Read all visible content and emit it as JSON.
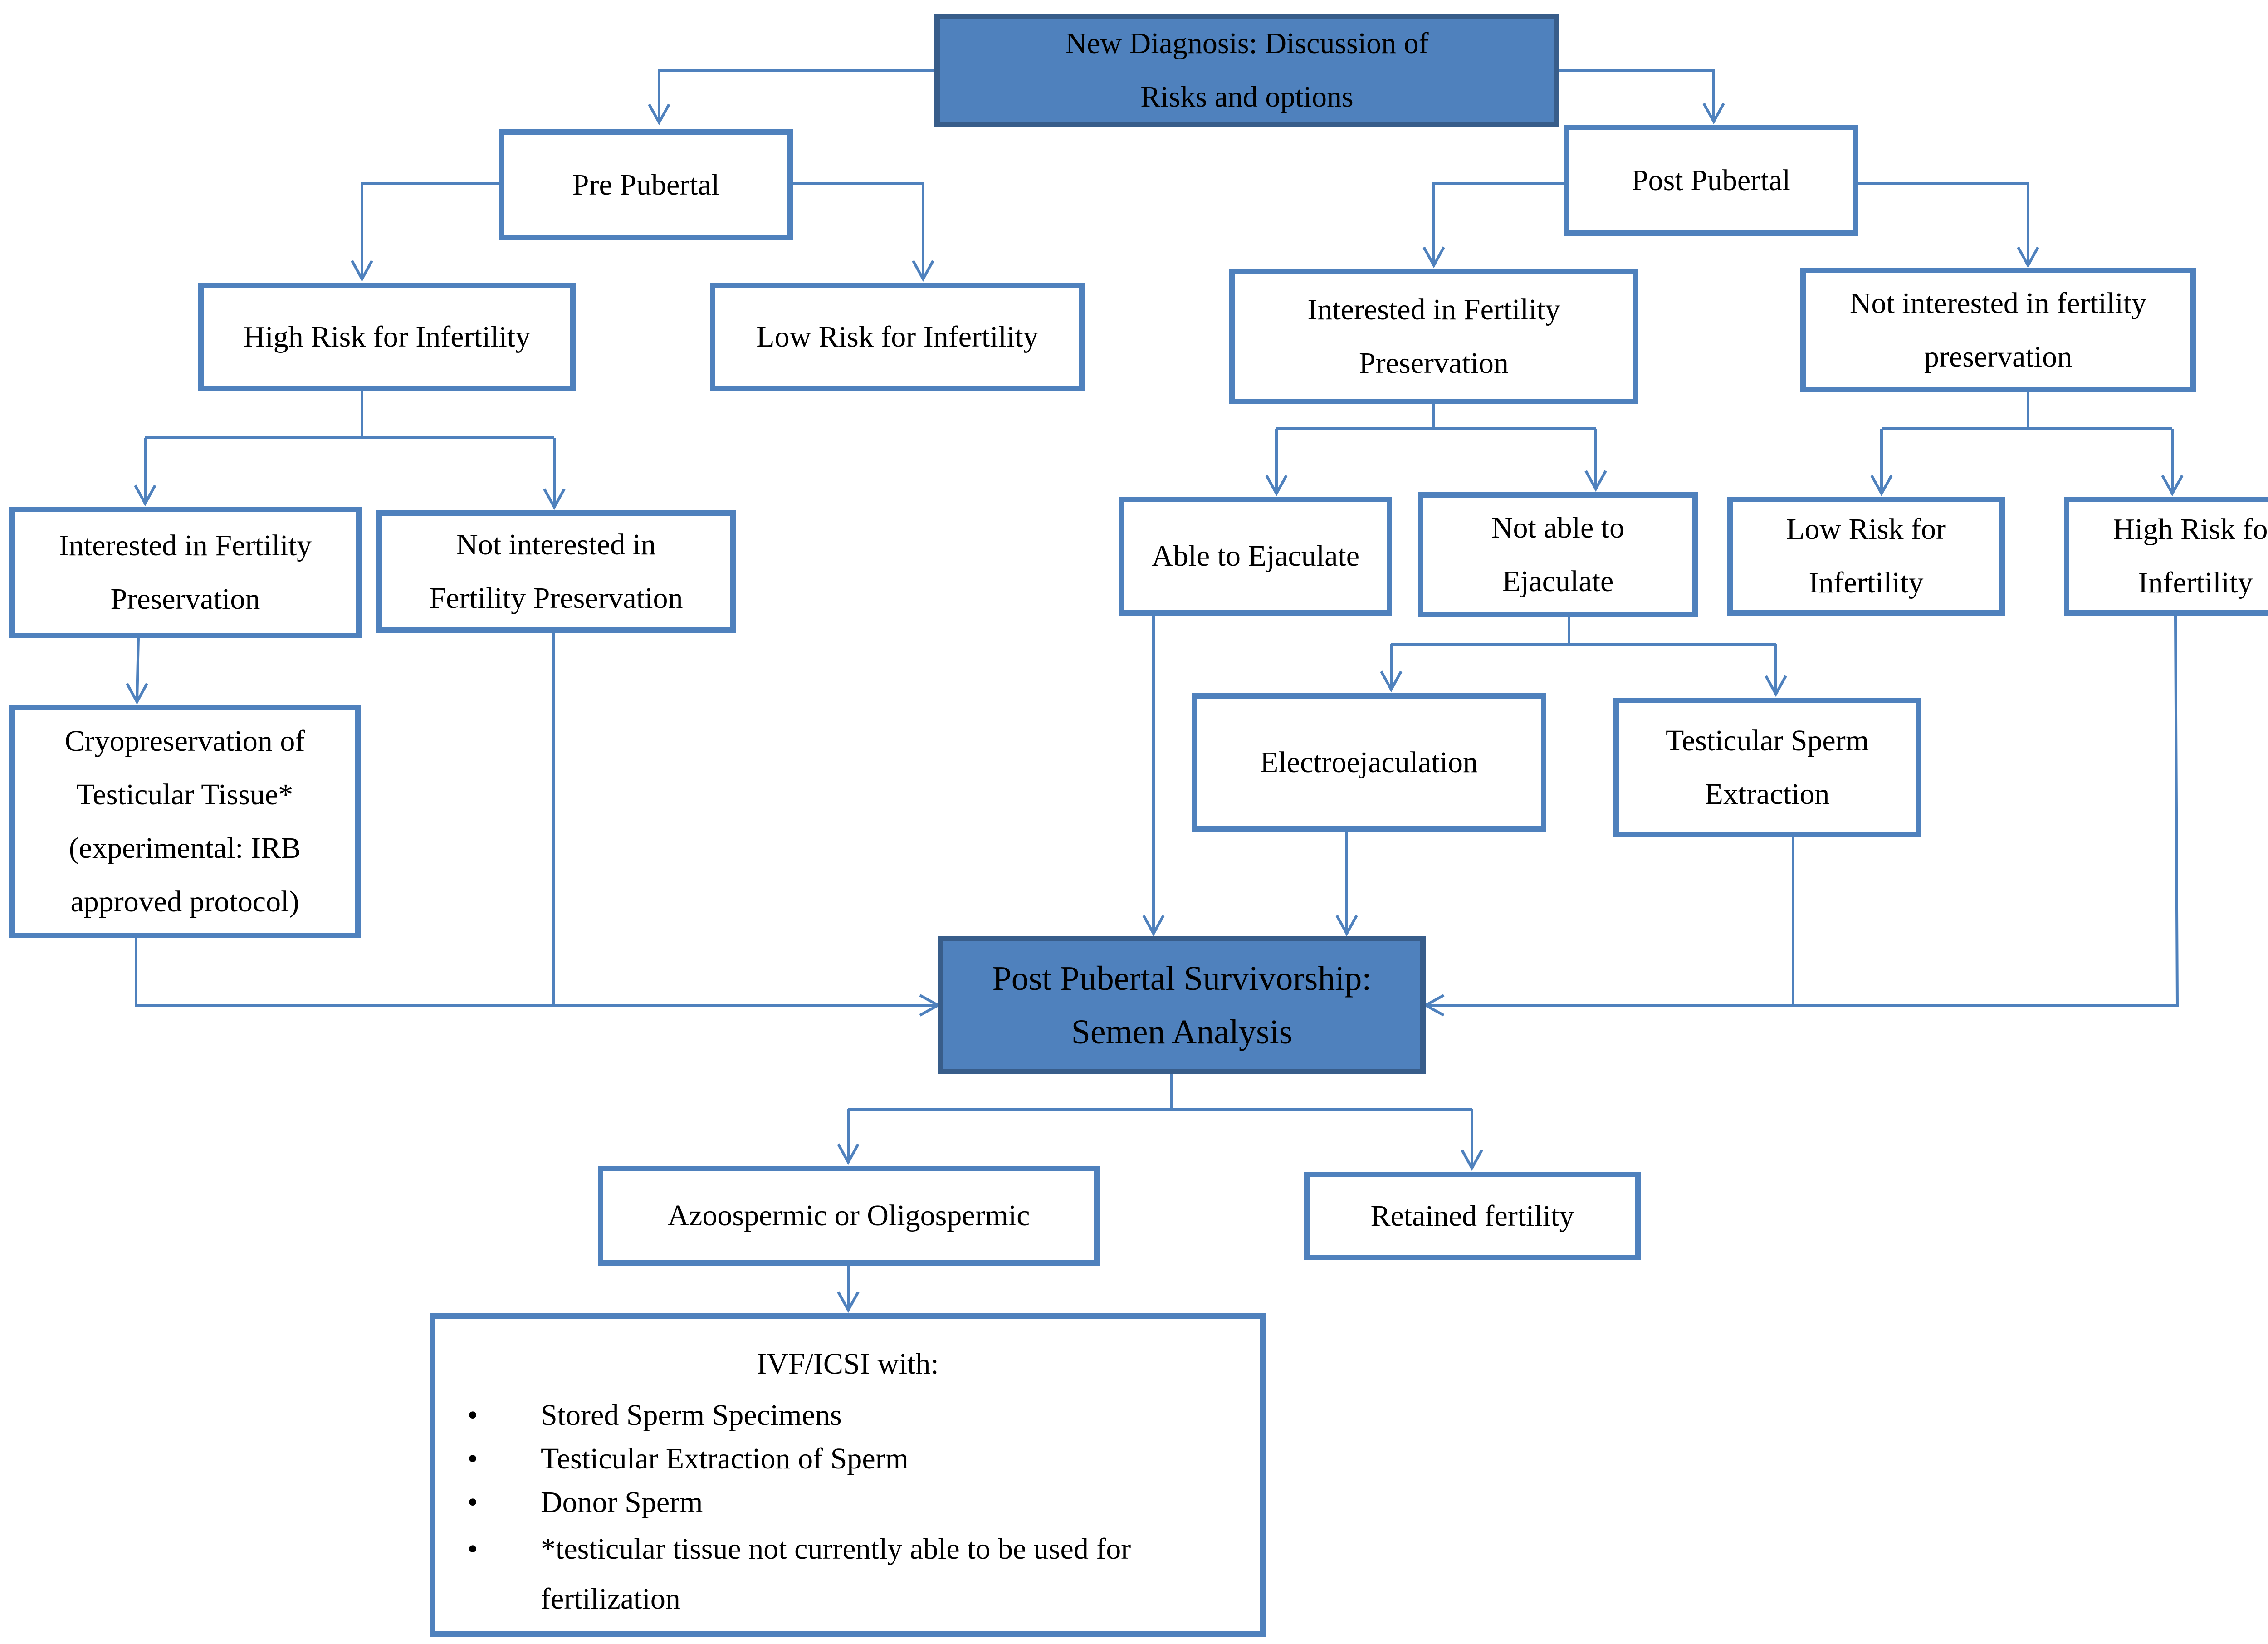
{
  "colors": {
    "box_border": "#4f81bd",
    "key_fill": "#4f81bd",
    "key_border": "#385d8a",
    "connector": "#4f81bd",
    "text": "#000000"
  },
  "nodes": {
    "new_diagnosis": [
      "New Diagnosis: Discussion of",
      "Risks and options"
    ],
    "pre_pubertal": [
      "Pre Pubertal"
    ],
    "post_pubertal": [
      "Post Pubertal"
    ],
    "pre_high_risk": [
      "High Risk for Infertility"
    ],
    "pre_low_risk": [
      "Low Risk for Infertility"
    ],
    "post_interested": [
      "Interested in Fertility",
      "Preservation"
    ],
    "post_not_interested": [
      "Not interested in fertility",
      "preservation"
    ],
    "pre_interested": [
      "Interested in Fertility",
      "Preservation"
    ],
    "pre_not_interested": [
      "Not interested in",
      "Fertility Preservation"
    ],
    "able_to_ejaculate": [
      "Able to Ejaculate"
    ],
    "not_able_to_ejaculate": [
      "Not able to",
      "Ejaculate"
    ],
    "post_low_risk": [
      "Low Risk for",
      "Infertility"
    ],
    "post_high_risk": [
      "High Risk for",
      "Infertility"
    ],
    "cryopreservation": [
      "Cryopreservation of",
      "Testicular Tissue*",
      "(experimental: IRB",
      "approved protocol)"
    ],
    "electroejaculation": [
      "Electroejaculation"
    ],
    "testicular_sperm_extraction": [
      "Testicular Sperm",
      "Extraction"
    ],
    "survivorship": [
      "Post Pubertal Survivorship:",
      "Semen Analysis"
    ],
    "azoospermic": [
      "Azoospermic or Oligospermic"
    ],
    "retained_fertility": [
      "Retained fertility"
    ]
  },
  "ivf_box": {
    "heading": "IVF/ICSI with:",
    "bullet_glyph": "•",
    "items": [
      "Stored Sperm Specimens",
      "Testicular Extraction of Sperm",
      "Donor Sperm",
      "*testicular tissue not currently able to be used for fertilization"
    ]
  }
}
